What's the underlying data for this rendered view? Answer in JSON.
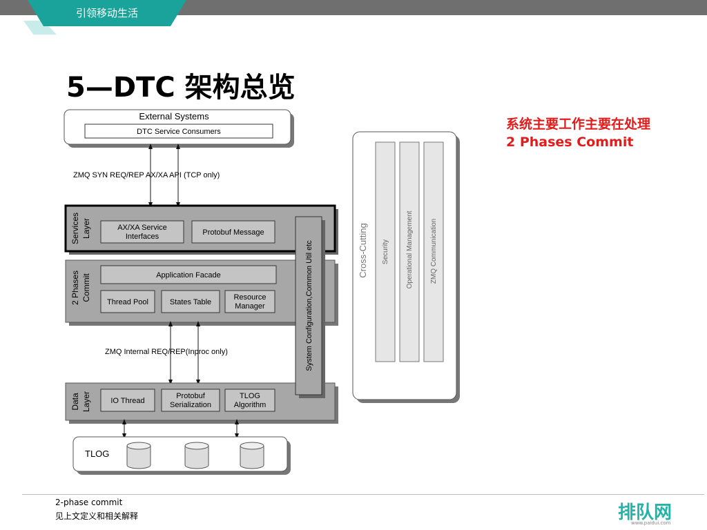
{
  "header": {
    "tab_label": "引领移动生活"
  },
  "slide": {
    "title": "5—DTC 架构总览",
    "note_line1": "系统主要工作主要在处理",
    "note_line2": "2 Phases Commit"
  },
  "diagram": {
    "external_title": "External Systems",
    "dtc_consumers": "DTC Service Consumers",
    "zmq_syn": "ZMQ SYN REQ/REP AX/XA API (TCP only)",
    "services_layer_1": "Services",
    "services_layer_2": "Layer",
    "axxa_1": "AX/XA Service",
    "axxa_2": "Interfaces",
    "protobuf_message": "Protobuf Message",
    "phases_1": "2 Phases",
    "phases_2": "Commit",
    "app_facade": "Application Facade",
    "thread_pool": "Thread Pool",
    "states_table": "States Table",
    "resource_1": "Resource",
    "resource_2": "Manager",
    "zmq_internal": "ZMQ Internal REQ/REP(Inproc only)",
    "sys_config": "System Configuration,Common Util etc",
    "data_layer_1": "Data",
    "data_layer_2": "Layer",
    "io_thread": "IO Thread",
    "protobuf_1": "Protobuf",
    "protobuf_2": "Serialization",
    "tlog_algo_1": "TLOG",
    "tlog_algo_2": "Algorithm",
    "tlog": "TLOG",
    "cross_cutting": "Cross-Cutting",
    "security": "Security",
    "operational": "Operational Management",
    "zmq_comm": "ZMQ  Communication"
  },
  "footer": {
    "line1": "2-phase commit",
    "line2": "见上文定义和相关解释"
  },
  "logo": {
    "text": "排队网",
    "url": "www.paidui.com"
  },
  "colors": {
    "teal": "#1aa39a",
    "red": "#e01c1c",
    "gray_layer": "#a7a7a7"
  }
}
